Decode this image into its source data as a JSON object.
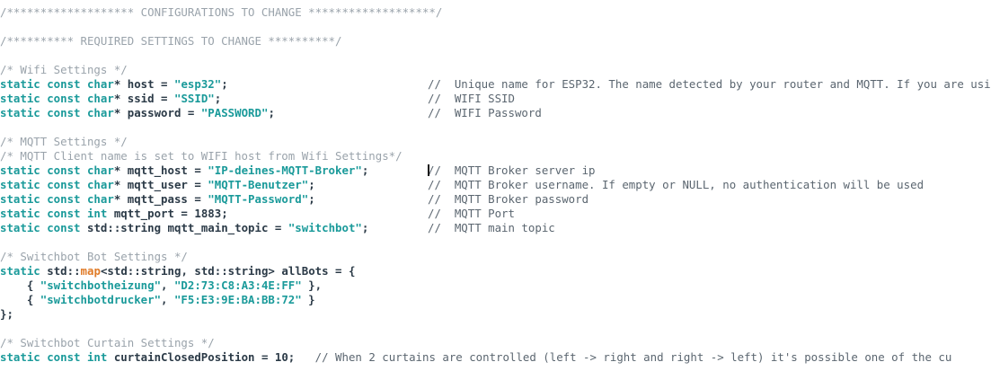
{
  "editor": {
    "language": "cpp",
    "background": "#ffffff",
    "colors": {
      "comment": "#9aa3ab",
      "trailing_comment": "#5b6670",
      "keyword": "#1a9a9a",
      "string": "#1a9a9a",
      "identifier": "#2b3a47",
      "type_highlight": "#e07b28",
      "caret": "#1a1a1a"
    },
    "caret": {
      "visible": true,
      "line_index": 9,
      "description": "text-cursor-before-mqtt-host-comment"
    }
  },
  "lines": [
    {
      "n": 1,
      "tokens": [
        {
          "t": "cmt",
          "v": "/******************* CONFIGURATIONS TO CHANGE *******************/"
        }
      ]
    },
    {
      "n": 2,
      "tokens": []
    },
    {
      "n": 3,
      "tokens": [
        {
          "t": "cmt",
          "v": "/********** REQUIRED SETTINGS TO CHANGE **********/"
        }
      ]
    },
    {
      "n": 4,
      "tokens": []
    },
    {
      "n": 5,
      "tokens": [
        {
          "t": "cmt",
          "v": "/* Wifi Settings */"
        }
      ]
    },
    {
      "n": 6,
      "tokens": [
        {
          "t": "kw",
          "v": "static const char"
        },
        {
          "t": "plain",
          "v": "* "
        },
        {
          "t": "ident",
          "v": "host"
        },
        {
          "t": "plain",
          "v": " = "
        },
        {
          "t": "str",
          "v": "\"esp32\""
        },
        {
          "t": "plain",
          "v": ";"
        }
      ],
      "tail": "//  Unique name for ESP32. The name detected by your router and MQTT. If you are usi",
      "tail_clipped": true
    },
    {
      "n": 7,
      "tokens": [
        {
          "t": "kw",
          "v": "static const char"
        },
        {
          "t": "plain",
          "v": "* "
        },
        {
          "t": "ident",
          "v": "ssid"
        },
        {
          "t": "plain",
          "v": " = "
        },
        {
          "t": "str",
          "v": "\"SSID\""
        },
        {
          "t": "plain",
          "v": ";"
        }
      ],
      "tail": "//  WIFI SSID"
    },
    {
      "n": 8,
      "tokens": [
        {
          "t": "kw",
          "v": "static const char"
        },
        {
          "t": "plain",
          "v": "* "
        },
        {
          "t": "ident",
          "v": "password"
        },
        {
          "t": "plain",
          "v": " = "
        },
        {
          "t": "str",
          "v": "\"PASSWORD\""
        },
        {
          "t": "plain",
          "v": ";"
        }
      ],
      "tail": "//  WIFI Password"
    },
    {
      "n": 9,
      "tokens": []
    },
    {
      "n": 10,
      "tokens": [
        {
          "t": "cmt",
          "v": "/* MQTT Settings */"
        }
      ]
    },
    {
      "n": 11,
      "tokens": [
        {
          "t": "cmt",
          "v": "/* MQTT Client name is set to WIFI host from Wifi Settings*/"
        }
      ]
    },
    {
      "n": 12,
      "tokens": [
        {
          "t": "kw",
          "v": "static const char"
        },
        {
          "t": "plain",
          "v": "* "
        },
        {
          "t": "ident",
          "v": "mqtt_host"
        },
        {
          "t": "plain",
          "v": " = "
        },
        {
          "t": "str",
          "v": "\"IP-deines-MQTT-Broker\""
        },
        {
          "t": "plain",
          "v": ";"
        }
      ],
      "tail": "//  MQTT Broker server ip",
      "caret_before_tail": true
    },
    {
      "n": 13,
      "tokens": [
        {
          "t": "kw",
          "v": "static const char"
        },
        {
          "t": "plain",
          "v": "* "
        },
        {
          "t": "ident",
          "v": "mqtt_user"
        },
        {
          "t": "plain",
          "v": " = "
        },
        {
          "t": "str",
          "v": "\"MQTT-Benutzer\""
        },
        {
          "t": "plain",
          "v": ";"
        }
      ],
      "tail": "//  MQTT Broker username. If empty or NULL, no authentication will be used"
    },
    {
      "n": 14,
      "tokens": [
        {
          "t": "kw",
          "v": "static const char"
        },
        {
          "t": "plain",
          "v": "* "
        },
        {
          "t": "ident",
          "v": "mqtt_pass"
        },
        {
          "t": "plain",
          "v": " = "
        },
        {
          "t": "str",
          "v": "\"MQTT-Password\""
        },
        {
          "t": "plain",
          "v": ";"
        }
      ],
      "tail": "//  MQTT Broker password"
    },
    {
      "n": 15,
      "tokens": [
        {
          "t": "kw",
          "v": "static const int"
        },
        {
          "t": "plain",
          "v": " "
        },
        {
          "t": "ident",
          "v": "mqtt_port"
        },
        {
          "t": "plain",
          "v": " = "
        },
        {
          "t": "num",
          "v": "1883"
        },
        {
          "t": "plain",
          "v": ";"
        }
      ],
      "tail": "//  MQTT Port"
    },
    {
      "n": 16,
      "tokens": [
        {
          "t": "kw",
          "v": "static const"
        },
        {
          "t": "plain",
          "v": " "
        },
        {
          "t": "ident",
          "v": "std::string"
        },
        {
          "t": "plain",
          "v": " "
        },
        {
          "t": "ident",
          "v": "mqtt_main_topic"
        },
        {
          "t": "plain",
          "v": " = "
        },
        {
          "t": "str",
          "v": "\"switchbot\""
        },
        {
          "t": "plain",
          "v": ";"
        }
      ],
      "tail": "//  MQTT main topic"
    },
    {
      "n": 17,
      "tokens": []
    },
    {
      "n": 18,
      "tokens": [
        {
          "t": "cmt",
          "v": "/* Switchbot Bot Settings */"
        }
      ]
    },
    {
      "n": 19,
      "tokens": [
        {
          "t": "kw",
          "v": "static"
        },
        {
          "t": "plain",
          "v": " "
        },
        {
          "t": "ident",
          "v": "std::"
        },
        {
          "t": "type",
          "v": "map"
        },
        {
          "t": "ident",
          "v": "<std::string, std::string>"
        },
        {
          "t": "plain",
          "v": " "
        },
        {
          "t": "ident",
          "v": "allBots"
        },
        {
          "t": "plain",
          "v": " = {"
        }
      ]
    },
    {
      "n": 20,
      "tokens": [
        {
          "t": "plain",
          "v": "    { "
        },
        {
          "t": "str",
          "v": "\"switchbotheizung\""
        },
        {
          "t": "plain",
          "v": ", "
        },
        {
          "t": "str",
          "v": "\"D2:73:C8:A3:4E:FF\""
        },
        {
          "t": "plain",
          "v": " },"
        }
      ]
    },
    {
      "n": 21,
      "tokens": [
        {
          "t": "plain",
          "v": "    { "
        },
        {
          "t": "str",
          "v": "\"switchbotdrucker\""
        },
        {
          "t": "plain",
          "v": ", "
        },
        {
          "t": "str",
          "v": "\"F5:E3:9E:BA:BB:72\""
        },
        {
          "t": "plain",
          "v": " }"
        }
      ]
    },
    {
      "n": 22,
      "tokens": [
        {
          "t": "plain",
          "v": "};"
        }
      ]
    },
    {
      "n": 23,
      "tokens": []
    },
    {
      "n": 24,
      "tokens": [
        {
          "t": "cmt",
          "v": "/* Switchbot Curtain Settings */"
        }
      ]
    },
    {
      "n": 25,
      "tokens": [
        {
          "t": "kw",
          "v": "static const int"
        },
        {
          "t": "plain",
          "v": " "
        },
        {
          "t": "ident",
          "v": "curtainClosedPosition"
        },
        {
          "t": "plain",
          "v": " = "
        },
        {
          "t": "num",
          "v": "10"
        },
        {
          "t": "plain",
          "v": ";"
        }
      ],
      "tail_inline": "   // When 2 curtains are controlled (left -> right and right -> left) it's possible one of the cu",
      "tail_clipped": true
    }
  ]
}
